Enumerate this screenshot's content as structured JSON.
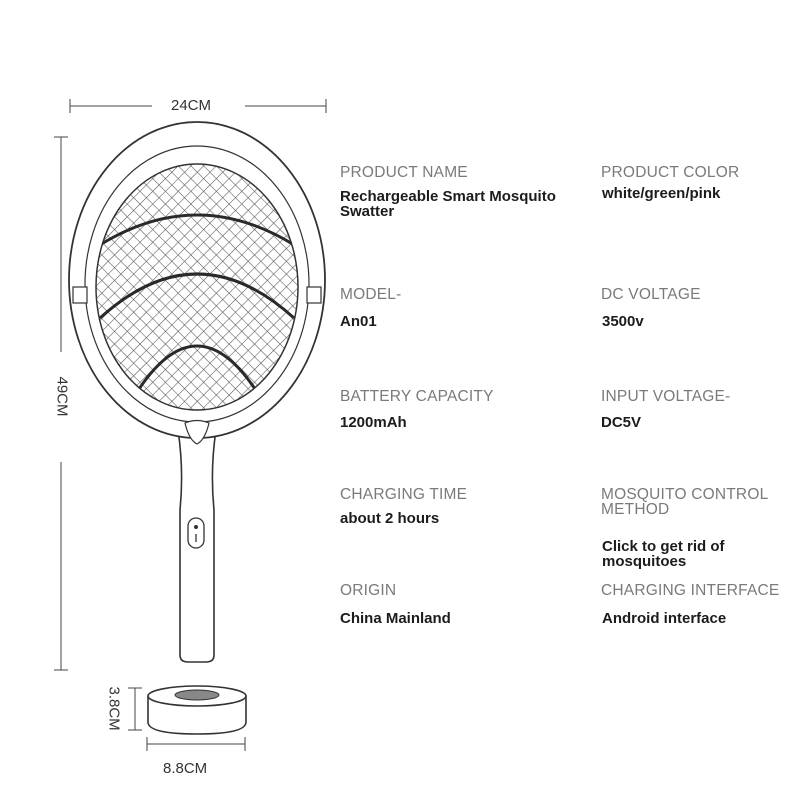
{
  "dimensions": {
    "width_label": "24CM",
    "height_label": "49CM",
    "base_height_label": "3.8CM",
    "base_width_label": "8.8CM"
  },
  "specs": [
    {
      "label": "PRODUCT NAME",
      "value": "Rechargeable Smart Mosquito Swatter"
    },
    {
      "label": "PRODUCT COLOR",
      "value": "white/green/pink"
    },
    {
      "label": "MODEL-",
      "value": "An01"
    },
    {
      "label": "DC VOLTAGE",
      "value": "3500v"
    },
    {
      "label": "BATTERY CAPACITY",
      "value": "1200mAh"
    },
    {
      "label": "INPUT VOLTAGE-",
      "value": "DC5V"
    },
    {
      "label": "CHARGING TIME",
      "value": "about 2 hours"
    },
    {
      "label": "MOSQUITO CONTROL METHOD",
      "value": "Click to get rid of mosquitoes"
    },
    {
      "label": "ORIGIN",
      "value": "China Mainland"
    },
    {
      "label": "CHARGING INTERFACE",
      "value": "Android interface"
    }
  ]
}
